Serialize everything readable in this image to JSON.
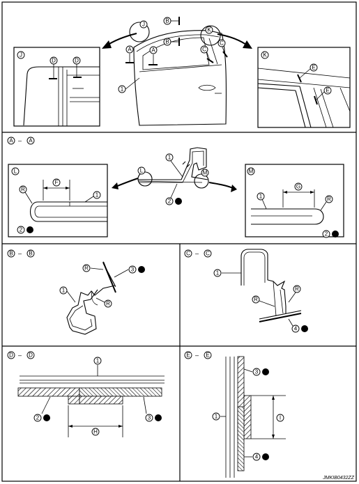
{
  "labels": {
    "j": "J",
    "k": "K",
    "l": "L",
    "m": "M",
    "a": "A",
    "b": "B",
    "c": "C",
    "d": "D",
    "e": "E",
    "f": "F",
    "g": "G",
    "h": "H",
    "i": "I",
    "r": "R",
    "n1": "1",
    "n2": "2",
    "n3": "3",
    "n4": "4"
  },
  "sections": {
    "sep": "–"
  },
  "code": "JMKIB0432ZZ",
  "icons": {
    "callout": "circled-letter-icon",
    "replace": "x-circle-icon"
  }
}
